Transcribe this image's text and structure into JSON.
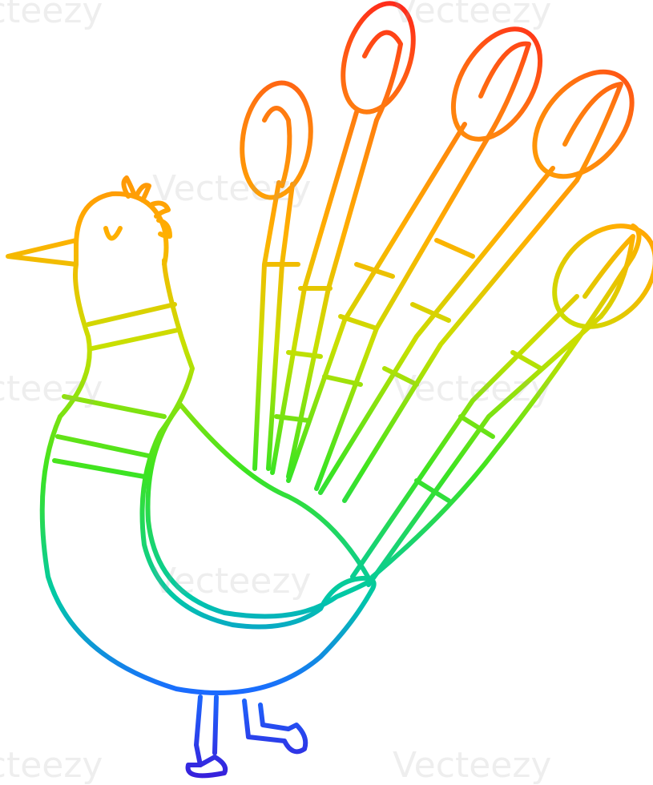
{
  "illustration": {
    "subject": "peacock",
    "style": "rainbow gradient line art",
    "gradient_colors": [
      "#ff2a1a",
      "#ff8a00",
      "#ffd500",
      "#6ee80a",
      "#00c8a8",
      "#1a6cff",
      "#3a18d8"
    ]
  },
  "watermark": {
    "text": "Vecteezy"
  }
}
